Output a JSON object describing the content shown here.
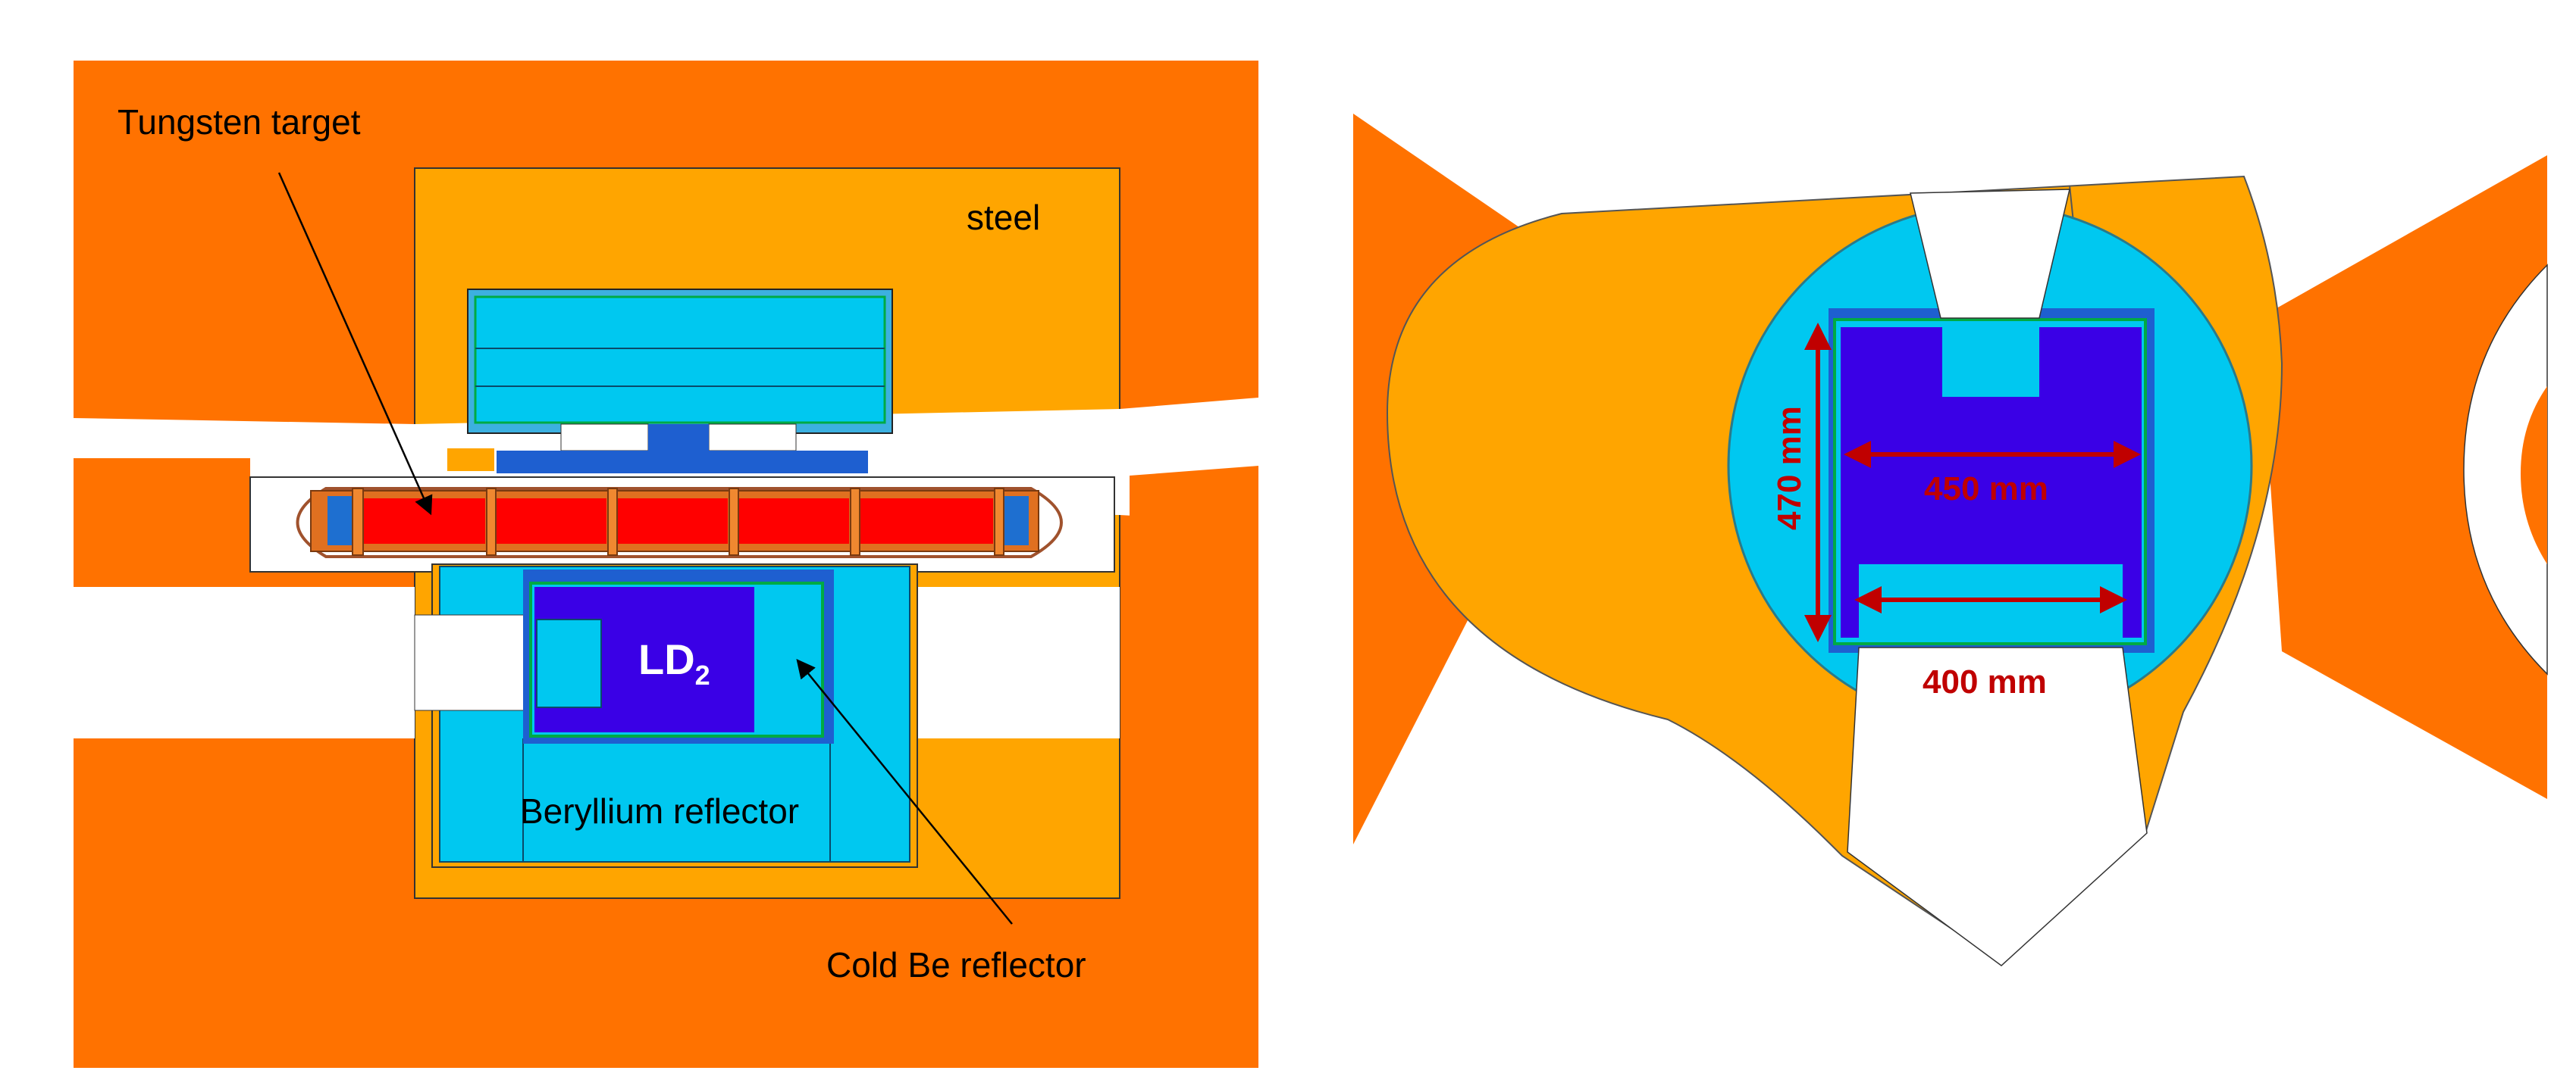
{
  "left_panel": {
    "labels": {
      "tungsten_target": "Tungsten target",
      "steel": "steel",
      "ld2_main": "LD",
      "ld2_sub": "2",
      "beryllium_reflector": "Beryllium reflector",
      "cold_be_reflector": "Cold Be reflector"
    }
  },
  "right_panel": {
    "dimensions": {
      "height": "470 mm",
      "width_inner": "450 mm",
      "width_bottom": "400 mm"
    }
  },
  "colors": {
    "outer_shield": "#ff7200",
    "steel": "#ffa500",
    "beryllium": "#00c8f0",
    "ld2": "#3a00e6",
    "tungsten": "#ff0000",
    "dimension": "#c00000"
  }
}
